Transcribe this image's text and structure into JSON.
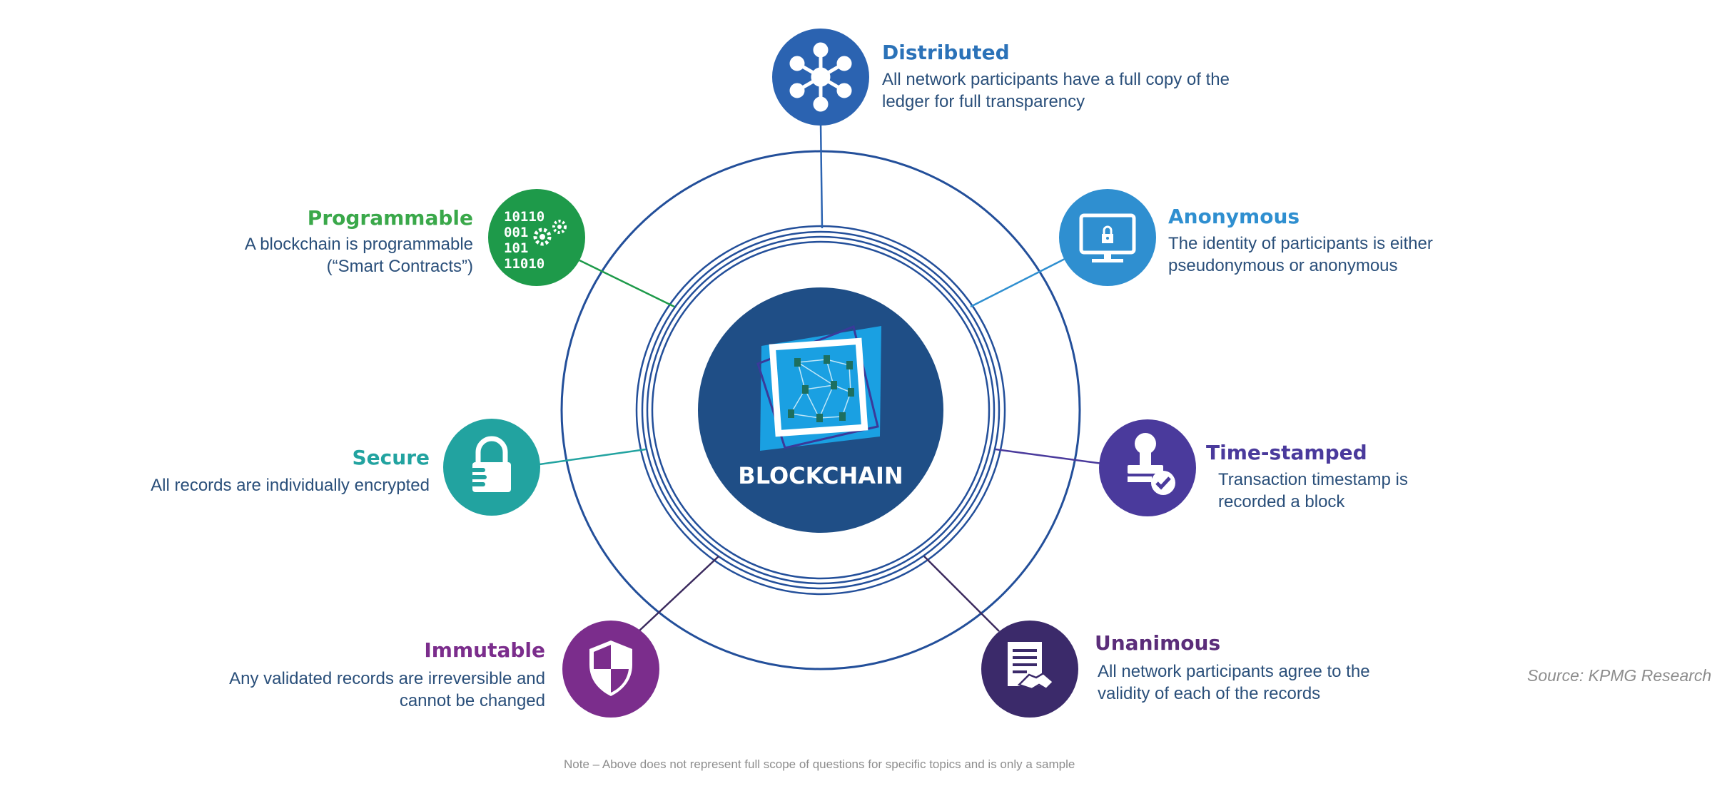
{
  "center": {
    "label": "BLOCKCHAIN"
  },
  "features": {
    "distributed": {
      "title": "Distributed",
      "desc": [
        "All network participants have a full copy of the",
        "ledger for full transparency"
      ],
      "icon": "network-hub-icon",
      "color": "#2b63b1"
    },
    "anonymous": {
      "title": "Anonymous",
      "desc": [
        "The identity of participants is either",
        "pseudonymous or anonymous"
      ],
      "icon": "monitor-lock-icon",
      "color": "#2f8fd0"
    },
    "timestamped": {
      "title": "Time-stamped",
      "desc": [
        "Transaction timestamp is",
        "recorded a block"
      ],
      "icon": "stamp-check-icon",
      "color": "#4a3a9c"
    },
    "unanimous": {
      "title": "Unanimous",
      "desc": [
        "All network participants agree to the",
        "validity of each of the records"
      ],
      "icon": "document-handshake-icon",
      "color": "#5b2d7a"
    },
    "immutable": {
      "title": "Immutable",
      "desc": [
        "Any validated records are irreversible and",
        "cannot be changed"
      ],
      "icon": "shield-icon",
      "color": "#7b2d8c"
    },
    "secure": {
      "title": "Secure",
      "desc": [
        "All records are individually encrypted"
      ],
      "icon": "padlock-icon",
      "color": "#22a3a0"
    },
    "programmable": {
      "title": "Programmable",
      "desc": [
        "A blockchain is programmable",
        "(“Smart Contracts”)"
      ],
      "icon": "binary-gears-icon",
      "color": "#1e9a4a",
      "icon_text": [
        "10110",
        "001",
        "101",
        "11010"
      ]
    }
  },
  "colors": {
    "ring": "#234f9a",
    "center_fill": "#1f4e86",
    "description": "#2a4f7a"
  },
  "note": "Note – Above does not represent full scope of questions for specific topics and is only a sample",
  "source": "Source: KPMG Research"
}
